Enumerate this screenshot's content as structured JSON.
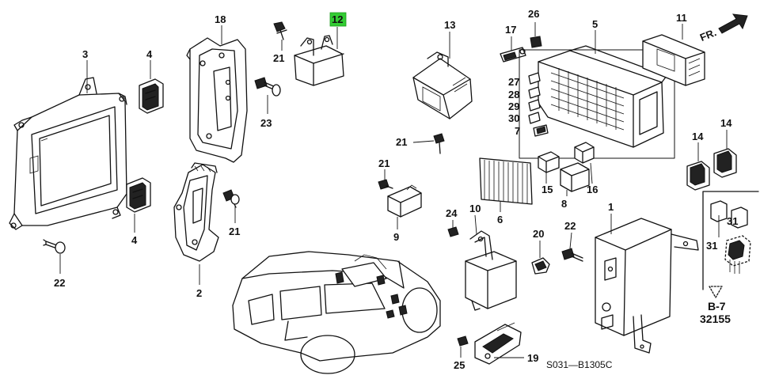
{
  "diagram_code": "S031—B1305C",
  "direction_label": "FR.",
  "reference": {
    "line1": "B-7",
    "line2": "32155"
  },
  "highlight_color": "#33cc33",
  "callouts": [
    {
      "id": "c3",
      "label": "3"
    },
    {
      "id": "c4a",
      "label": "4"
    },
    {
      "id": "c4b",
      "label": "4"
    },
    {
      "id": "c22a",
      "label": "22"
    },
    {
      "id": "c18",
      "label": "18"
    },
    {
      "id": "c21a",
      "label": "21"
    },
    {
      "id": "c12",
      "label": "12",
      "highlighted": true
    },
    {
      "id": "c23",
      "label": "23"
    },
    {
      "id": "c21b",
      "label": "21"
    },
    {
      "id": "c2",
      "label": "2"
    },
    {
      "id": "c13",
      "label": "13"
    },
    {
      "id": "c21c",
      "label": "21"
    },
    {
      "id": "c21d",
      "label": "21"
    },
    {
      "id": "c9",
      "label": "9"
    },
    {
      "id": "c17",
      "label": "17"
    },
    {
      "id": "c26",
      "label": "26"
    },
    {
      "id": "c27",
      "label": "27"
    },
    {
      "id": "c28",
      "label": "28"
    },
    {
      "id": "c29",
      "label": "29"
    },
    {
      "id": "c30",
      "label": "30"
    },
    {
      "id": "c7",
      "label": "7"
    },
    {
      "id": "c5",
      "label": "5"
    },
    {
      "id": "c11",
      "label": "11"
    },
    {
      "id": "c6",
      "label": "6"
    },
    {
      "id": "c15",
      "label": "15"
    },
    {
      "id": "c16",
      "label": "16"
    },
    {
      "id": "c8",
      "label": "8"
    },
    {
      "id": "c24",
      "label": "24"
    },
    {
      "id": "c10",
      "label": "10"
    },
    {
      "id": "c20",
      "label": "20"
    },
    {
      "id": "c22b",
      "label": "22"
    },
    {
      "id": "c1",
      "label": "1"
    },
    {
      "id": "c25",
      "label": "25"
    },
    {
      "id": "c19",
      "label": "19"
    },
    {
      "id": "c14a",
      "label": "14"
    },
    {
      "id": "c14b",
      "label": "14"
    },
    {
      "id": "c31a",
      "label": "31"
    },
    {
      "id": "c31b",
      "label": "31"
    }
  ]
}
